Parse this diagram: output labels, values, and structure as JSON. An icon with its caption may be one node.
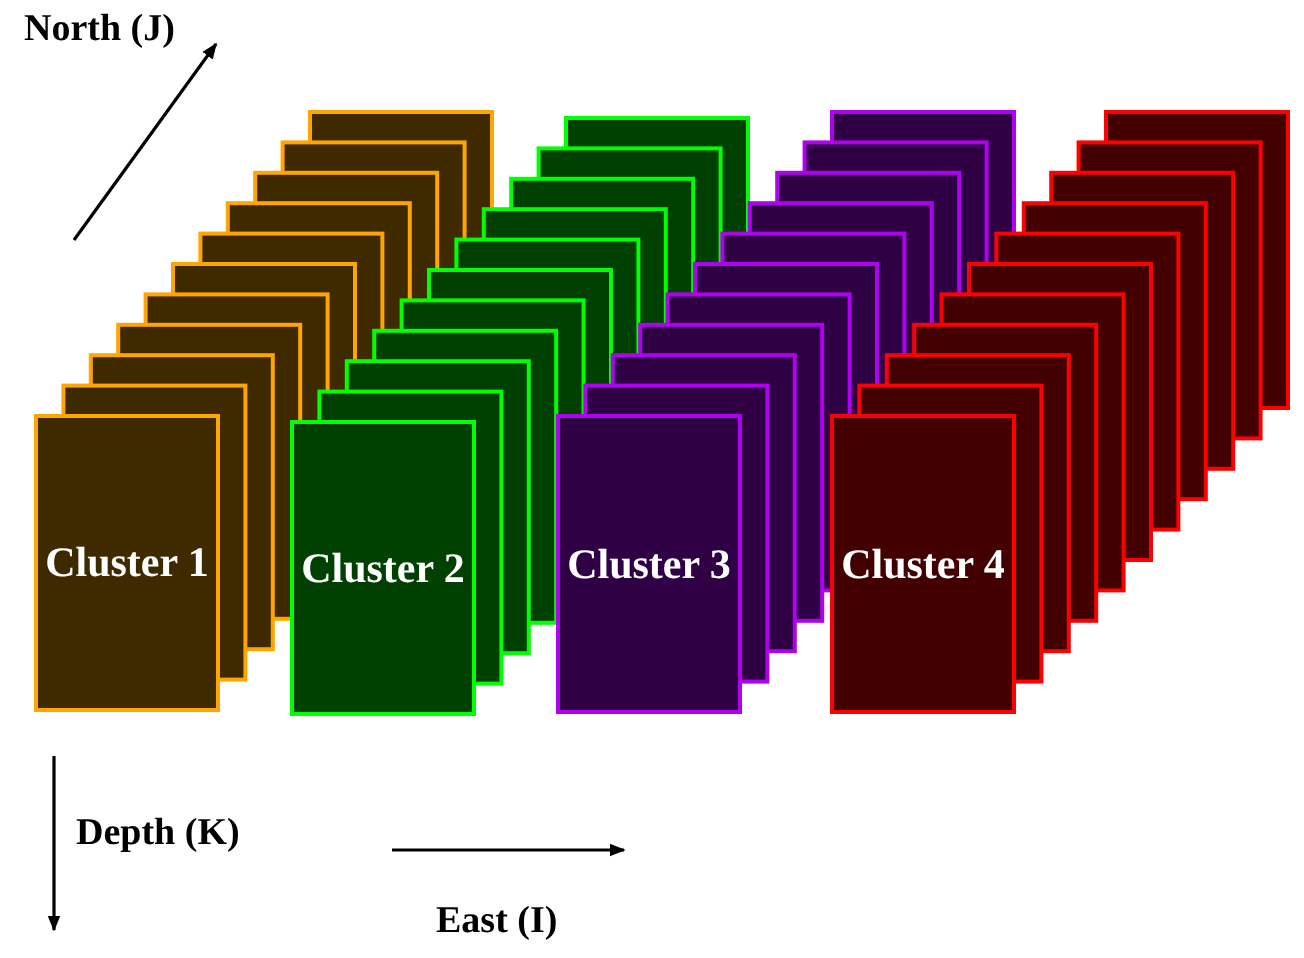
{
  "diagram": {
    "nodes": [
      {
        "text": [
          "Cluster 1"
        ]
      },
      {
        "text": [
          "Cluster 2"
        ]
      },
      {
        "text": [
          "Cluster 3"
        ]
      },
      {
        "text": [
          "Cluster 4"
        ]
      }
    ],
    "labels": [
      "North (J)",
      "Depth (K)",
      "East (I)"
    ]
  }
}
